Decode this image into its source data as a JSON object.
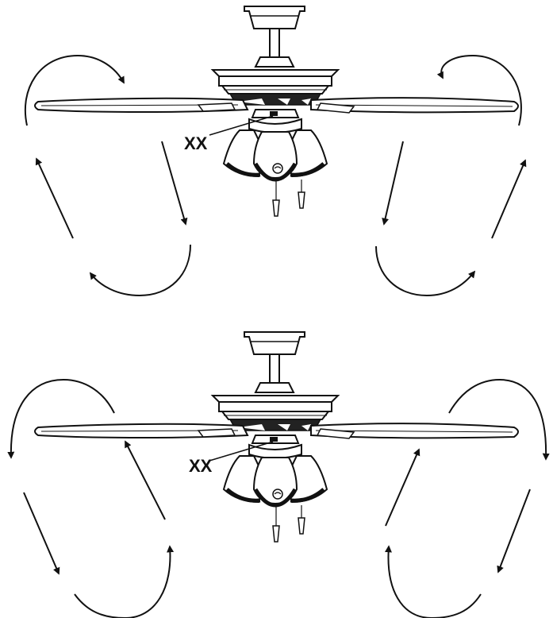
{
  "figures": [
    {
      "id": "fan-top",
      "label": "XX",
      "airflow": "downdraft"
    },
    {
      "id": "fan-bottom",
      "label": "XX",
      "airflow": "updraft"
    }
  ],
  "colors": {
    "ink": "#111111",
    "paper": "#ffffff"
  }
}
